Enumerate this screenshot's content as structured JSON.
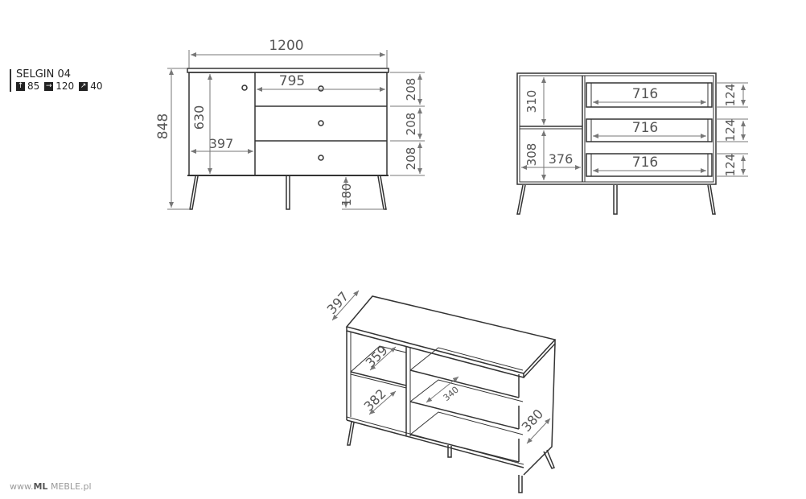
{
  "product": {
    "name": "SELGIN 04",
    "height": "85",
    "width": "120",
    "depth": "40",
    "icons": [
      "arrow-up-icon",
      "arrow-right-icon",
      "arrow-diagonal-icon"
    ]
  },
  "front_view": {
    "total_width": "1200",
    "total_height": "848",
    "door_height": "630",
    "door_width": "397",
    "drawer_width": "795",
    "drawer_heights": [
      "208",
      "208",
      "208"
    ],
    "leg_height": "180"
  },
  "interior_view": {
    "shelf_upper": "310",
    "shelf_lower": "308",
    "shelf_width": "376",
    "drawer_inner_widths": [
      "716",
      "716",
      "716"
    ],
    "drawer_inner_heights": [
      "124",
      "124",
      "124"
    ]
  },
  "iso_view": {
    "depth": "397",
    "shelf_depth_upper": "359",
    "shelf_depth_lower": "382",
    "drawer_depth": "340",
    "side_depth": "380"
  },
  "watermark": {
    "prefix": "www.",
    "brand": "ML",
    "suffix": " MEBLE.pl"
  }
}
